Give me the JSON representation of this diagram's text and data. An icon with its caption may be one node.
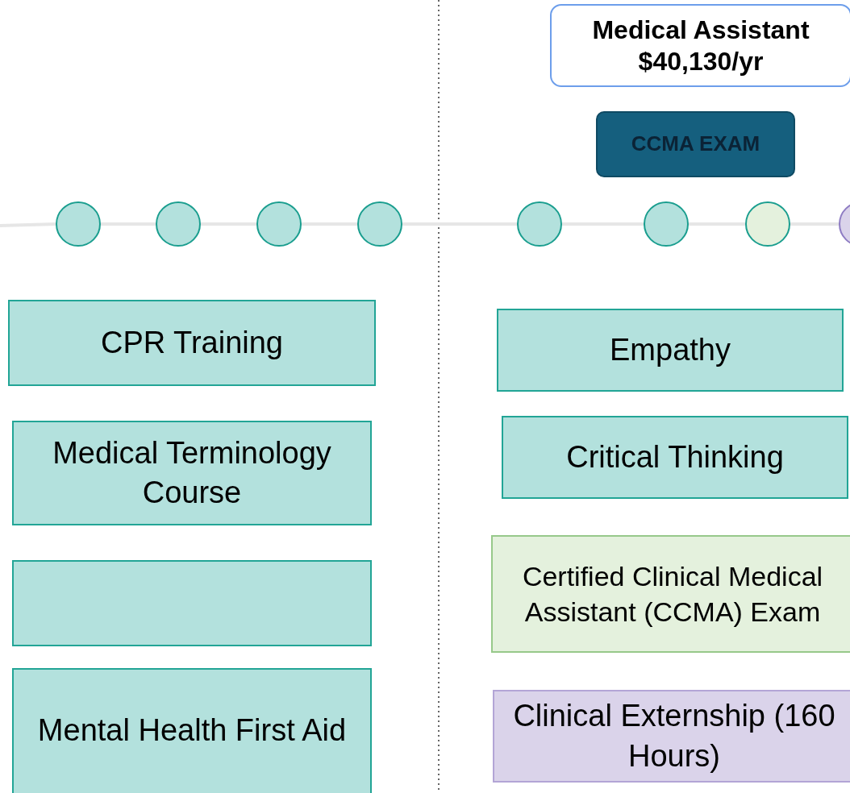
{
  "diagram": {
    "nodes": [
      {
        "text": [
          "Medical Assistant $40,130/yr"
        ]
      },
      {
        "text": [
          "CCMA EXAM"
        ]
      },
      {
        "text": [],
        "shape": "circle"
      },
      {
        "text": [],
        "shape": "circle"
      },
      {
        "text": [],
        "shape": "circle"
      },
      {
        "text": [],
        "shape": "circle"
      },
      {
        "text": [],
        "shape": "circle"
      },
      {
        "text": [],
        "shape": "circle"
      },
      {
        "text": [],
        "shape": "circle"
      },
      {
        "text": [],
        "shape": "circle"
      },
      {
        "text": [
          "CPR Training"
        ]
      },
      {
        "text": [
          "Medical Terminology Course"
        ]
      },
      {
        "text": [],
        "shape": "box"
      },
      {
        "text": [
          "Mental Health First Aid"
        ]
      },
      {
        "text": [
          "Empathy"
        ]
      },
      {
        "text": [
          "Critical Thinking"
        ]
      },
      {
        "text": [
          "Certified Clinical Medical Assistant (CCMA) Exam"
        ]
      },
      {
        "text": [
          "Clinical Externship (160 Hours)"
        ]
      }
    ],
    "edges": [
      {
        "from": null,
        "to": 2,
        "arrow": "none"
      },
      {
        "from": 2,
        "to": 3,
        "arrow": "none"
      },
      {
        "from": 3,
        "to": 4,
        "arrow": "none"
      },
      {
        "from": 4,
        "to": 5,
        "arrow": "none"
      },
      {
        "from": 5,
        "to": 6,
        "arrow": "none"
      },
      {
        "from": 6,
        "to": 7,
        "arrow": "none"
      },
      {
        "from": 7,
        "to": 8,
        "arrow": "none"
      },
      {
        "from": 8,
        "to": 9,
        "arrow": "none"
      }
    ]
  }
}
